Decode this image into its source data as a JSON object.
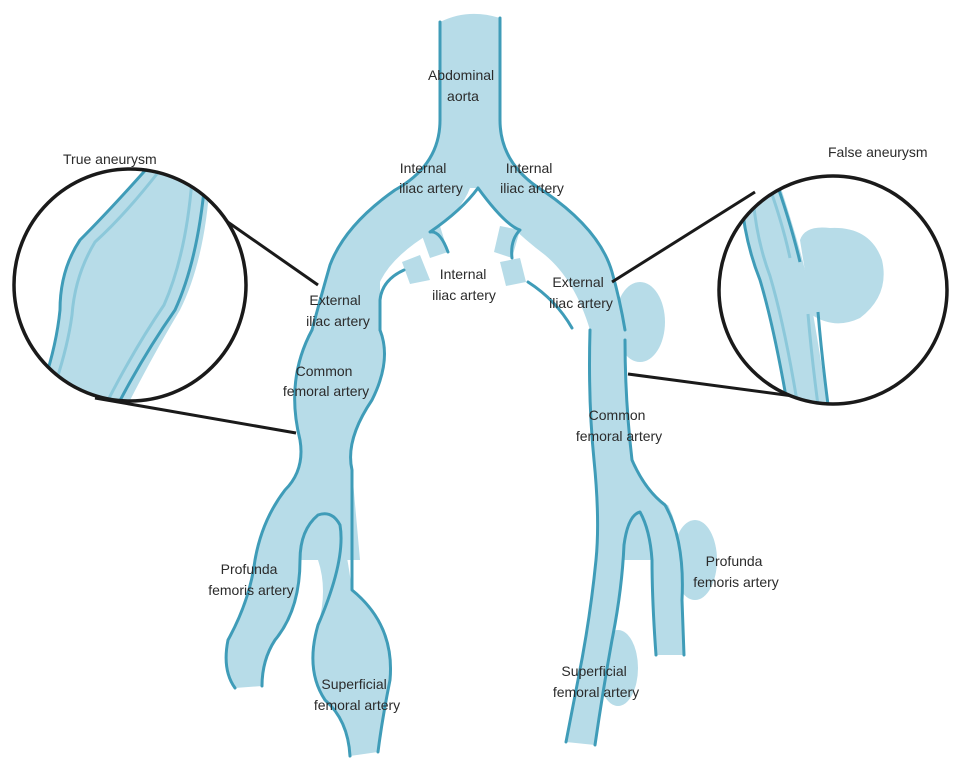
{
  "colors": {
    "vessel_fill": "#b7dce8",
    "vessel_wall": "#3f9cb8",
    "inner_wall": "#8cc8da",
    "outline": "#1a1a1a",
    "text": "#2b2b2b"
  },
  "labels": {
    "abdominal_aorta": [
      "Abdominal",
      "aorta"
    ],
    "internal_iliac_left": [
      "Internal",
      "iliac artery"
    ],
    "internal_iliac_right": [
      "Internal",
      "iliac artery"
    ],
    "internal_iliac_center": [
      "Internal",
      "iliac artery"
    ],
    "external_iliac_left": [
      "External",
      "iliac artery"
    ],
    "external_iliac_right": [
      "External",
      "iliac artery"
    ],
    "common_femoral_left": [
      "Common",
      "femoral artery"
    ],
    "common_femoral_right": [
      "Common",
      "femoral artery"
    ],
    "profunda_left": [
      "Profunda",
      "femoris artery"
    ],
    "profunda_right": [
      "Profunda",
      "femoris artery"
    ],
    "superficial_left": [
      "Superficial",
      "femoral artery"
    ],
    "superficial_right": [
      "Superficial",
      "femoral artery"
    ],
    "true_aneurysm": "True aneurysm",
    "false_aneurysm": "False aneurysm"
  }
}
